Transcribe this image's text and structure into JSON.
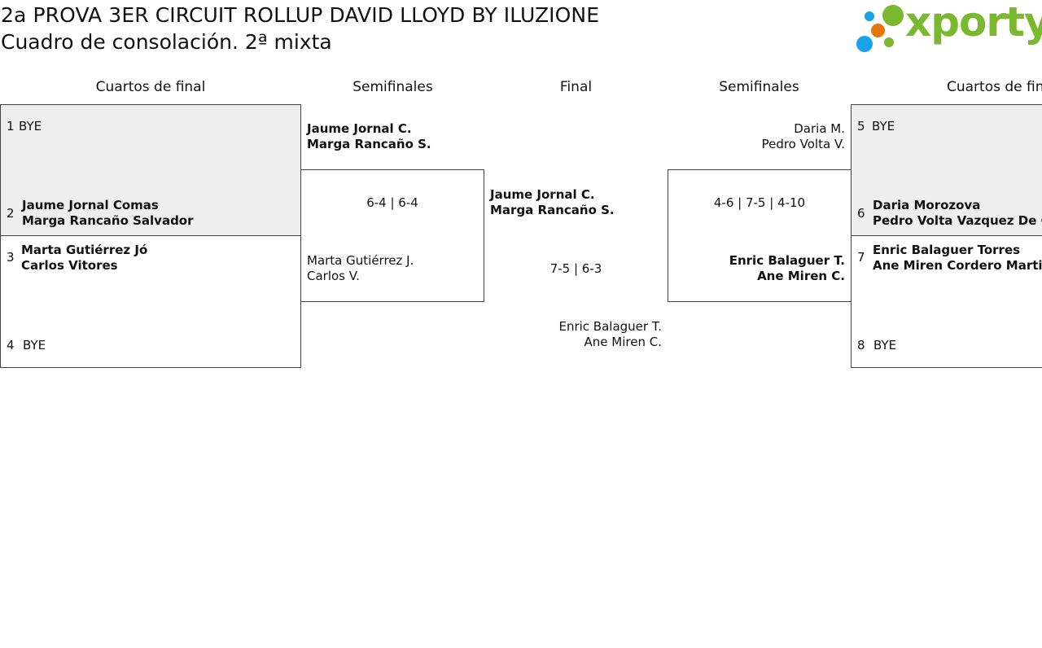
{
  "header": {
    "title": "2a PROVA 3ER CIRCUIT ROLLUP DAVID LLOYD BY ILUZIONE",
    "subtitle": "Cuadro de consolación. 2ª mixta"
  },
  "logo": {
    "text": "xporty",
    "colors": {
      "green": "#7cb82f",
      "blue": "#1aa3e8",
      "orange": "#e8740e"
    }
  },
  "rounds": {
    "left_qf": "Cuartos de final",
    "left_sf": "Semifinales",
    "final": "Final",
    "right_sf": "Semifinales",
    "right_qf": "Cuartos de fin"
  },
  "quarterfinals": {
    "left": [
      {
        "seed": "1",
        "p1": "BYE",
        "p2": ""
      },
      {
        "seed": "2",
        "p1": "Jaume Jornal Comas",
        "p2": "Marga Rancaño Salvador"
      },
      {
        "seed": "3",
        "p1": "Marta Gutiérrez Jó",
        "p2": "Carlos Vitores"
      },
      {
        "seed": "4",
        "p1": "BYE",
        "p2": ""
      }
    ],
    "right": [
      {
        "seed": "5",
        "p1": "BYE",
        "p2": ""
      },
      {
        "seed": "6",
        "p1": "Daria Morozova",
        "p2": "Pedro Volta Vazquez De Cas"
      },
      {
        "seed": "7",
        "p1": "Enric Balaguer Torres",
        "p2": "Ane Miren Cordero Martinez"
      },
      {
        "seed": "8",
        "p1": "BYE",
        "p2": ""
      }
    ]
  },
  "semifinals": {
    "left": {
      "top_p1": "Jaume Jornal C.",
      "top_p2": "Marga Rancaño S.",
      "score": "6-4 | 6-4",
      "bottom_p1": "Marta Gutiérrez J.",
      "bottom_p2": "Carlos V."
    },
    "right": {
      "top_p1": "Daria M.",
      "top_p2": "Pedro Volta V.",
      "score": "4-6 | 7-5 | 4-10",
      "bottom_p1": "Enric Balaguer T.",
      "bottom_p2": "Ane Miren C."
    }
  },
  "final": {
    "top_p1": "Jaume Jornal C.",
    "top_p2": "Marga Rancaño S.",
    "score": "7-5 | 6-3",
    "bottom_p1": "Enric Balaguer T.",
    "bottom_p2": "Ane Miren C."
  }
}
